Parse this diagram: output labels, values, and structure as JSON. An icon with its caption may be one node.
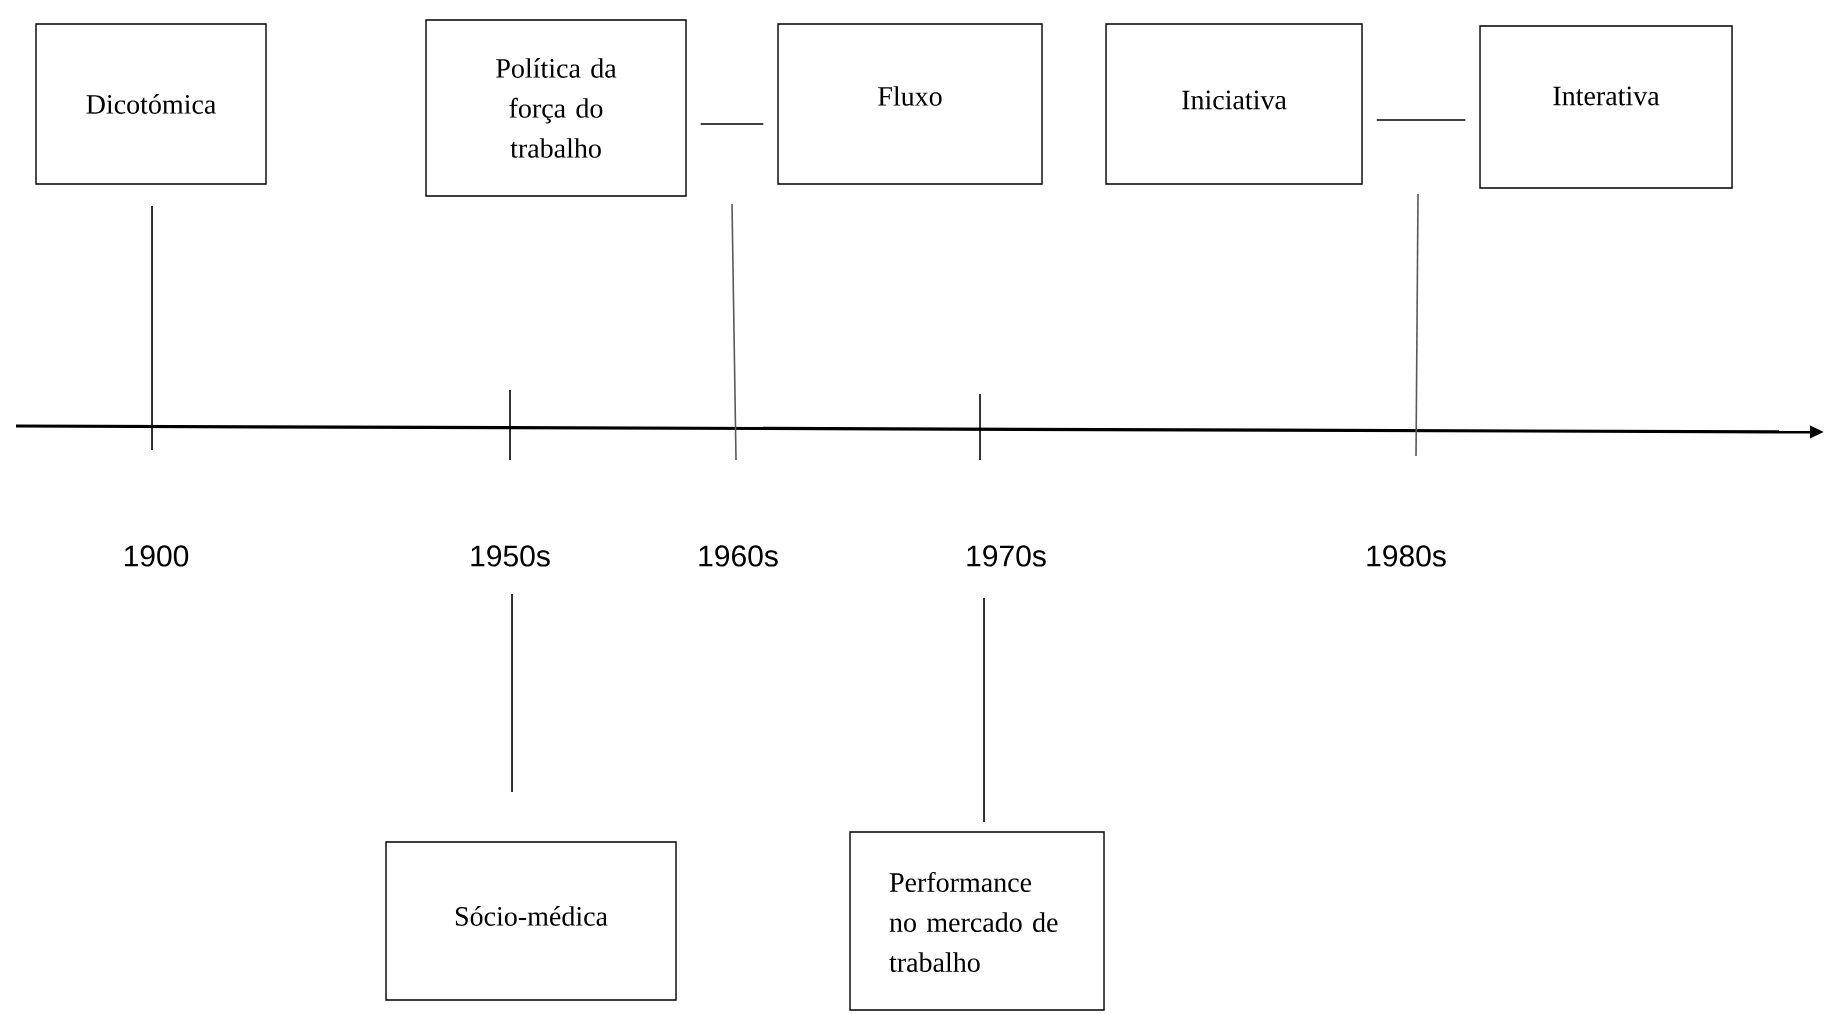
{
  "diagram": {
    "nodes": [
      {
        "text": [
          "Dicotómica"
        ]
      },
      {
        "text": [
          "Política da força do trabalho"
        ]
      },
      {
        "text": [
          "Fluxo"
        ]
      },
      {
        "text": [
          "Iniciativa"
        ]
      },
      {
        "text": [
          "Interativa"
        ]
      },
      {
        "text": [
          "Sócio-médica"
        ]
      },
      {
        "text": [
          "Performance no mercado de trabalho"
        ]
      }
    ],
    "edges": [
      {
        "from": 1,
        "to": 2,
        "arrow": "none"
      },
      {
        "from": 3,
        "to": 4,
        "arrow": "none"
      },
      {
        "from": 0,
        "to": null,
        "arrow": "none"
      },
      {
        "from": 5,
        "to": null,
        "arrow": "none"
      },
      {
        "from": 6,
        "to": null,
        "arrow": "none"
      }
    ],
    "labels": [
      "1900",
      "1950s",
      "1960s",
      "1970s",
      "1980s"
    ]
  }
}
